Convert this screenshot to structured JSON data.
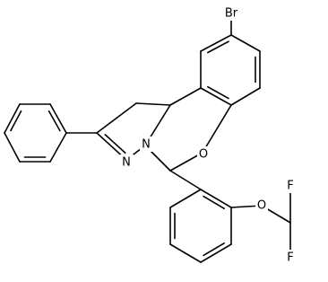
{
  "molecule": {
    "atom_labels": {
      "bromine": "Br",
      "oxygen_ring": "O",
      "oxygen_ether": "O",
      "nitrogen_imine": "N",
      "nitrogen_ring": "N",
      "fluorine_top": "F",
      "fluorine_bottom": "F"
    }
  }
}
